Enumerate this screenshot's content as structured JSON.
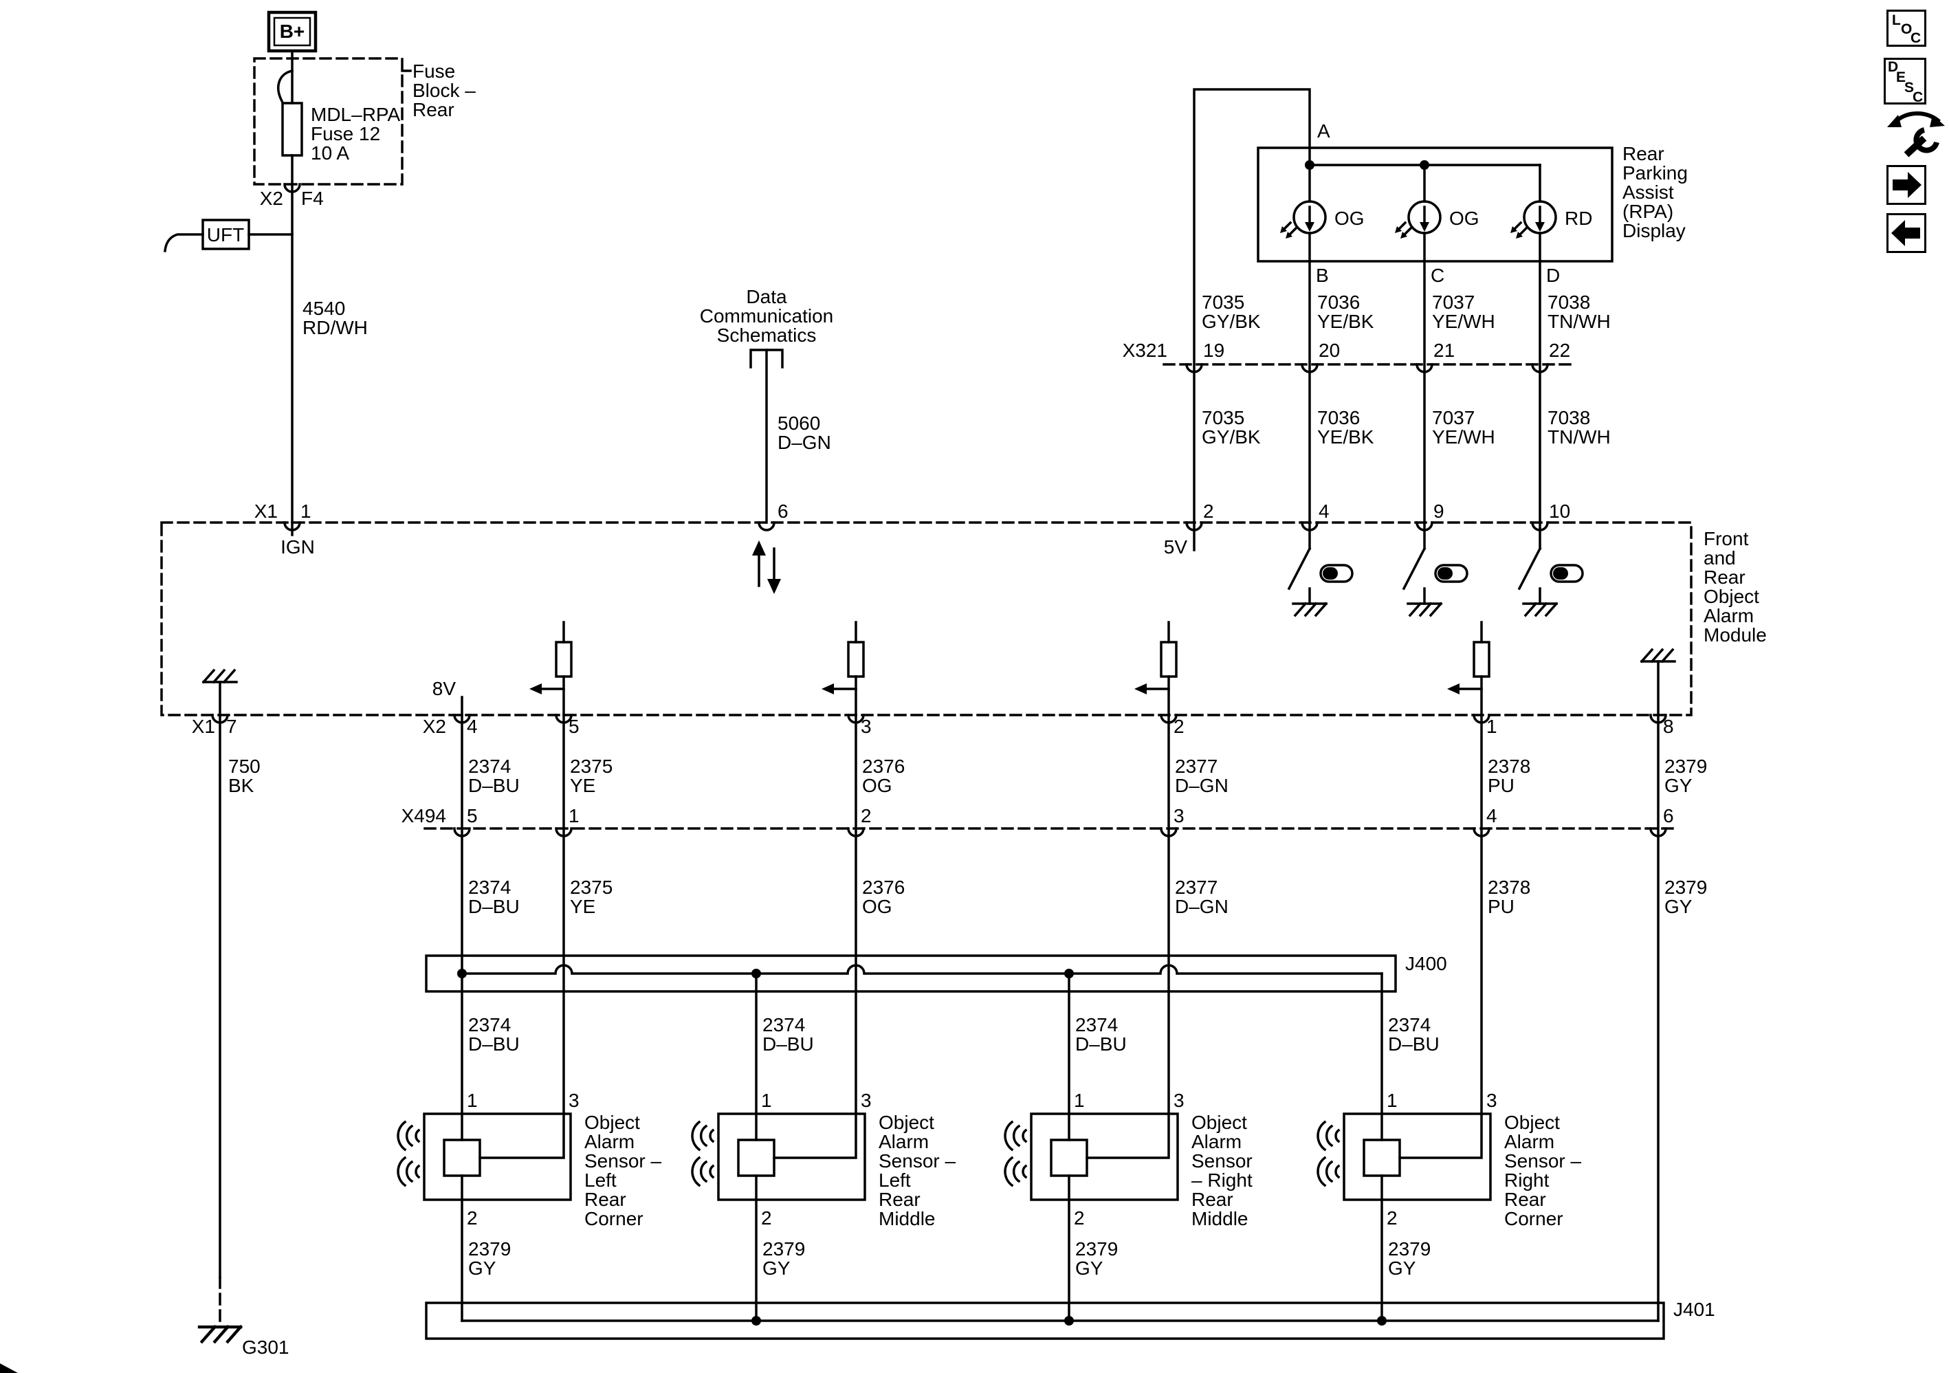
{
  "colors": {
    "ink": "#000000",
    "bg": "#ffffff"
  },
  "toolbar": {
    "loc_letters": [
      "L",
      "O",
      "C"
    ],
    "desc_letters": [
      "D",
      "E",
      "S",
      "C"
    ],
    "tools_icon": "wrench-arrows-icon",
    "next_icon": "arrow-right-icon",
    "prev_icon": "arrow-left-icon"
  },
  "battery": {
    "label": "B+"
  },
  "fuse_block": {
    "title_lines": [
      "Fuse",
      "Block –",
      "Rear"
    ],
    "fuse_lines": [
      "MDL–RPA",
      "Fuse 12",
      "10 A"
    ],
    "connector": "X2",
    "pin": "F4"
  },
  "uft": {
    "label": "UFT"
  },
  "data_comm": {
    "title_lines": [
      "Data",
      "Communication",
      "Schematics"
    ]
  },
  "display": {
    "title_lines": [
      "Rear",
      "Parking",
      "Assist",
      "(RPA)",
      "Display"
    ],
    "pin_a": "A",
    "pin_b": "B",
    "pin_c": "C",
    "pin_d": "D",
    "led1": "OG",
    "led2": "OG",
    "led3": "RD"
  },
  "x321": {
    "name": "X321",
    "pins": [
      "19",
      "20",
      "21",
      "22"
    ]
  },
  "x494": {
    "name": "X494",
    "pins": [
      "5",
      "1",
      "2",
      "3",
      "4",
      "6"
    ]
  },
  "module": {
    "title_lines": [
      "Front",
      "and",
      "Rear",
      "Object",
      "Alarm",
      "Module"
    ],
    "x1_top": "X1",
    "pin_ign": "1",
    "sig_ign": "IGN",
    "pin_data": "6",
    "pin_5v": "2",
    "sig_5v": "5V",
    "pin_disp_b": "4",
    "pin_disp_c": "9",
    "pin_disp_d": "10",
    "x1_bottom": "X1",
    "pin_gnd": "7",
    "x2_bottom": "X2",
    "sig_8v": "8V",
    "x2_pins": [
      "4",
      "5",
      "3",
      "2",
      "1",
      "8"
    ]
  },
  "wires": {
    "ign": {
      "circuit": "4540",
      "color": "RD/WH"
    },
    "data": {
      "circuit": "5060",
      "color": "D–GN"
    },
    "disp_5v": {
      "circuit": "7035",
      "color": "GY/BK"
    },
    "disp_b": {
      "circuit": "7036",
      "color": "YE/BK"
    },
    "disp_c": {
      "circuit": "7037",
      "color": "YE/WH"
    },
    "disp_d": {
      "circuit": "7038",
      "color": "TN/WH"
    },
    "gnd750": {
      "circuit": "750",
      "color": "BK"
    },
    "w2374": {
      "circuit": "2374",
      "color": "D–BU"
    },
    "w2375": {
      "circuit": "2375",
      "color": "YE"
    },
    "w2376": {
      "circuit": "2376",
      "color": "OG"
    },
    "w2377": {
      "circuit": "2377",
      "color": "D–GN"
    },
    "w2378": {
      "circuit": "2378",
      "color": "PU"
    },
    "w2379": {
      "circuit": "2379",
      "color": "GY"
    }
  },
  "splices": {
    "j400": "J400",
    "j401": "J401"
  },
  "ground": {
    "name": "G301"
  },
  "sensors": [
    {
      "pin1": "1",
      "pin3": "3",
      "pin2": "2",
      "name_lines": [
        "Object",
        "Alarm",
        "Sensor –",
        "Left",
        "Rear",
        "Corner"
      ]
    },
    {
      "pin1": "1",
      "pin3": "3",
      "pin2": "2",
      "name_lines": [
        "Object",
        "Alarm",
        "Sensor –",
        "Left",
        "Rear",
        "Middle"
      ]
    },
    {
      "pin1": "1",
      "pin3": "3",
      "pin2": "2",
      "name_lines": [
        "Object",
        "Alarm",
        "Sensor",
        "– Right",
        "Rear",
        "Middle"
      ]
    },
    {
      "pin1": "1",
      "pin3": "3",
      "pin2": "2",
      "name_lines": [
        "Object",
        "Alarm",
        "Sensor –",
        "Right",
        "Rear",
        "Corner"
      ]
    }
  ]
}
